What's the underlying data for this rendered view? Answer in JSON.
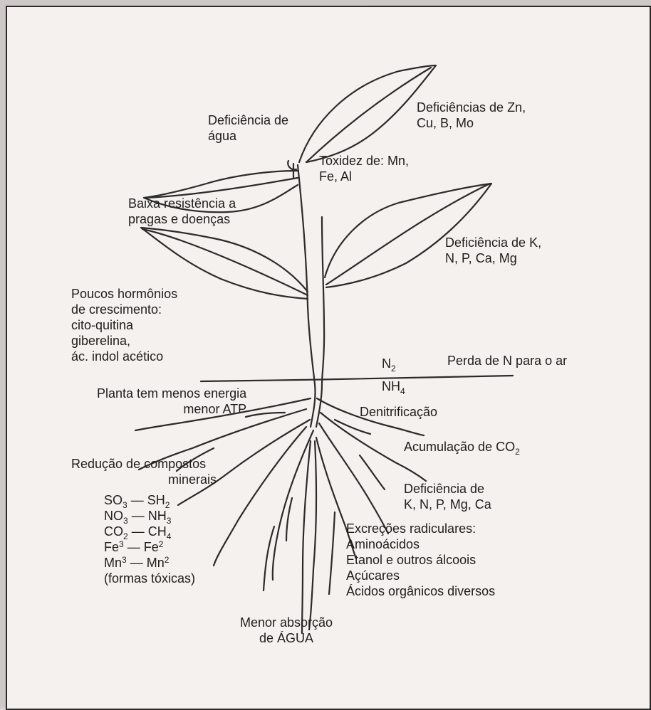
{
  "labels": {
    "water_deficiency": [
      "Deficiência de",
      "água"
    ],
    "zn_deficiency": [
      "Deficiências de Zn,",
      "Cu, B, Mo"
    ],
    "toxicity": [
      "Toxidez de: Mn,",
      "Fe, Al"
    ],
    "low_resistance": [
      "Baixa resistência a",
      "pragas e doenças"
    ],
    "k_deficiency": [
      "Deficiência de K,",
      "N, P, Ca, Mg"
    ],
    "hormones": [
      "Poucos hormônios",
      "de crescimento:",
      "cito-quitina",
      "giberelina,",
      "ác. indol acético"
    ],
    "n_loss": "Perda de N para o ar",
    "n2": "N",
    "n2_sub": "2",
    "nh4": "NH",
    "nh4_sub": "4",
    "denitrification": "Denitrificação",
    "energy": [
      "Planta tem menos energia",
      "menor ATP"
    ],
    "co2_accum": "Acumulação de CO",
    "co2_sub": "2",
    "mineral_reduction": [
      "Redução de compostos",
      "minerais"
    ],
    "root_deficiency": [
      "Deficiência de",
      "K, N, P, Mg, Ca"
    ],
    "excretions": [
      "Excreções radiculares:",
      "Aminoácidos",
      "Etanol e outros álcoois",
      "Açúcares",
      "Ácidos orgânicos diversos"
    ],
    "toxic_forms": "(formas tóxicas)",
    "water_absorption": [
      "Menor absorção",
      "de ÁGUA"
    ]
  },
  "compounds": [
    {
      "left": "SO",
      "left_sub": "3",
      "sep": "—",
      "right": "SH",
      "right_sub": "2",
      "kind": "sub"
    },
    {
      "left": "NO",
      "left_sub": "3",
      "sep": "—",
      "right": "NH",
      "right_sub": "3",
      "kind": "sub"
    },
    {
      "left": "CO",
      "left_sub": "2",
      "sep": "—",
      "right": "CH",
      "right_sub": "4",
      "kind": "sub"
    },
    {
      "left": "Fe",
      "left_sub": "3",
      "sep": "—",
      "right": "Fe",
      "right_sub": "2",
      "kind": "sup"
    },
    {
      "left": "Mn",
      "left_sub": "3",
      "sep": "—",
      "right": "Mn",
      "right_sub": "2",
      "kind": "sup"
    }
  ]
}
